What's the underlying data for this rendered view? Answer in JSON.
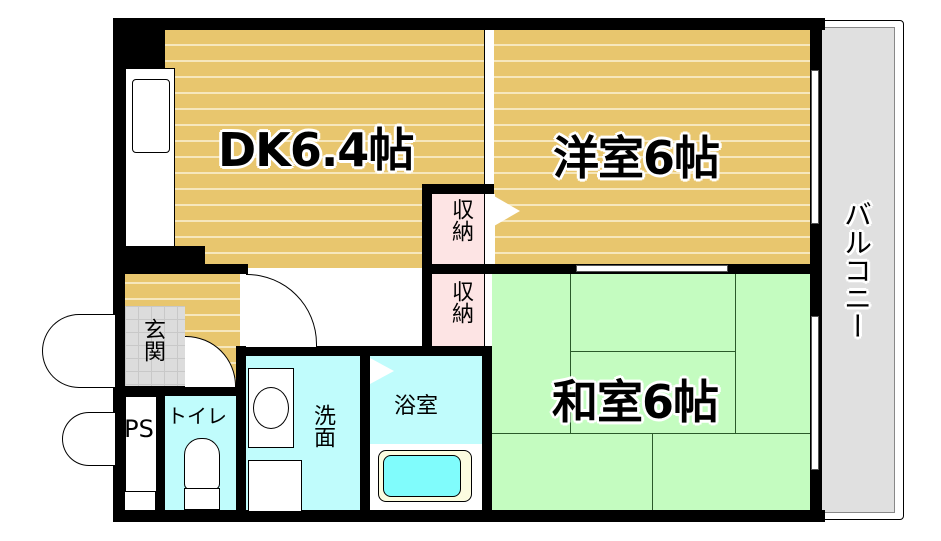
{
  "floorplan": {
    "rooms": {
      "dk": {
        "label": "DK6.4帖",
        "floor": "wood"
      },
      "western_room": {
        "label": "洋室6帖",
        "floor": "wood"
      },
      "japanese_room": {
        "label": "和室6帖",
        "floor": "tatami"
      },
      "storage_1": {
        "label": "収納"
      },
      "storage_2": {
        "label": "収納"
      },
      "bathroom": {
        "label": "浴室"
      },
      "washroom": {
        "label": "洗面"
      },
      "toilet": {
        "label": "トイレ"
      },
      "entrance": {
        "label": "玄関"
      },
      "pipe_space": {
        "label": "PS"
      },
      "balcony": {
        "label": "バルコニー"
      }
    },
    "colors": {
      "wood": "#e8c66e",
      "tatami": "#c4fcc0",
      "wet_area": "#c0fcfc",
      "storage": "#fde4e4",
      "balcony": "#e0e0e0",
      "wall": "#000000"
    }
  }
}
